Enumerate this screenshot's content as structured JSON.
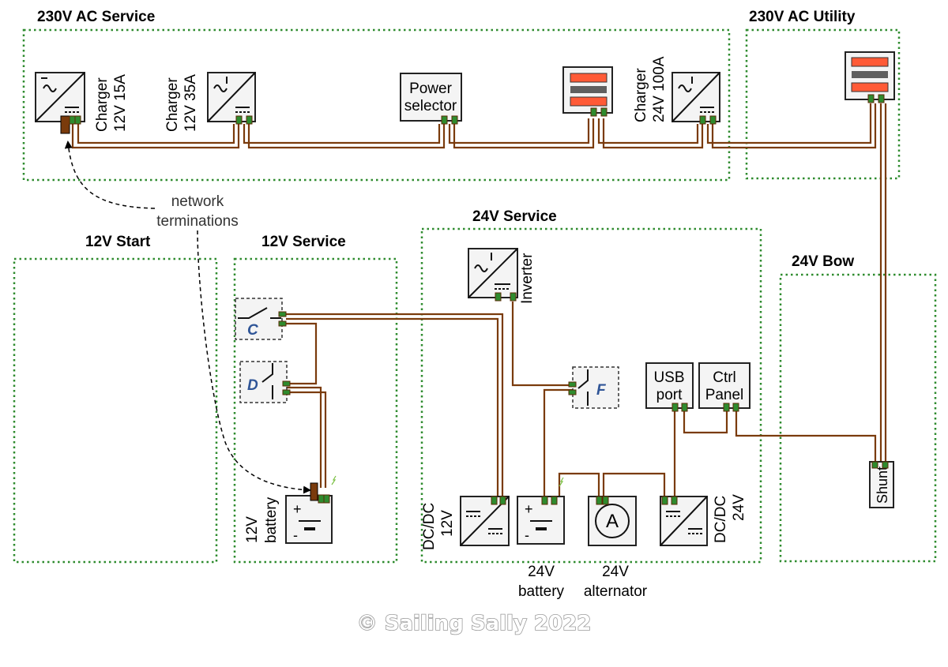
{
  "zones": {
    "ac_service": "230V AC Service",
    "ac_utility": "230V AC Utility",
    "start_12v": "12V Start",
    "service_12v": "12V Service",
    "service_24v": "24V Service",
    "bow_24v": "24V Bow"
  },
  "components": {
    "charger1": [
      "Charger",
      "12V 15A"
    ],
    "charger2": [
      "Charger",
      "12V 35A"
    ],
    "power_selector": [
      "Power",
      "selector"
    ],
    "charger3": [
      "Charger",
      "24V 100A"
    ],
    "inverter": "Inverter",
    "switch_c": "C",
    "switch_d": "D",
    "switch_f": "F",
    "usb_port": [
      "USB",
      "port"
    ],
    "ctrl_panel": [
      "Ctrl",
      "Panel"
    ],
    "shunt": "Shunt",
    "battery_12v": [
      "12V",
      "battery"
    ],
    "dcdc_12v": [
      "DC/DC",
      "12V"
    ],
    "battery_24v": [
      "24V",
      "battery"
    ],
    "ammeter_symbol": "A",
    "alternator_24v": [
      "24V",
      "alternator"
    ],
    "dcdc_24v": [
      "DC/DC",
      "24V"
    ],
    "battery_plus": "+",
    "battery_minus": "-"
  },
  "annotation": [
    "network",
    "terminations"
  ],
  "copyright": "© Sailing Sally 2022",
  "colors": {
    "zone_border": "#2e8b2e",
    "wire": "#7a3b0c",
    "port": "#2e8b2e",
    "breaker_red": "#ff5a36",
    "breaker_grey": "#5f5f5f",
    "switch_letter": "#2f5597"
  },
  "icons": {
    "charger": "ac-dc-converter-icon",
    "inverter": "dc-ac-converter-icon",
    "dcdc": "dc-dc-converter-icon",
    "battery": "battery-icon",
    "ammeter": "ammeter-icon",
    "breaker_panel": "breaker-panel-icon",
    "switch": "switch-icon",
    "charging": "lightning-icon"
  }
}
